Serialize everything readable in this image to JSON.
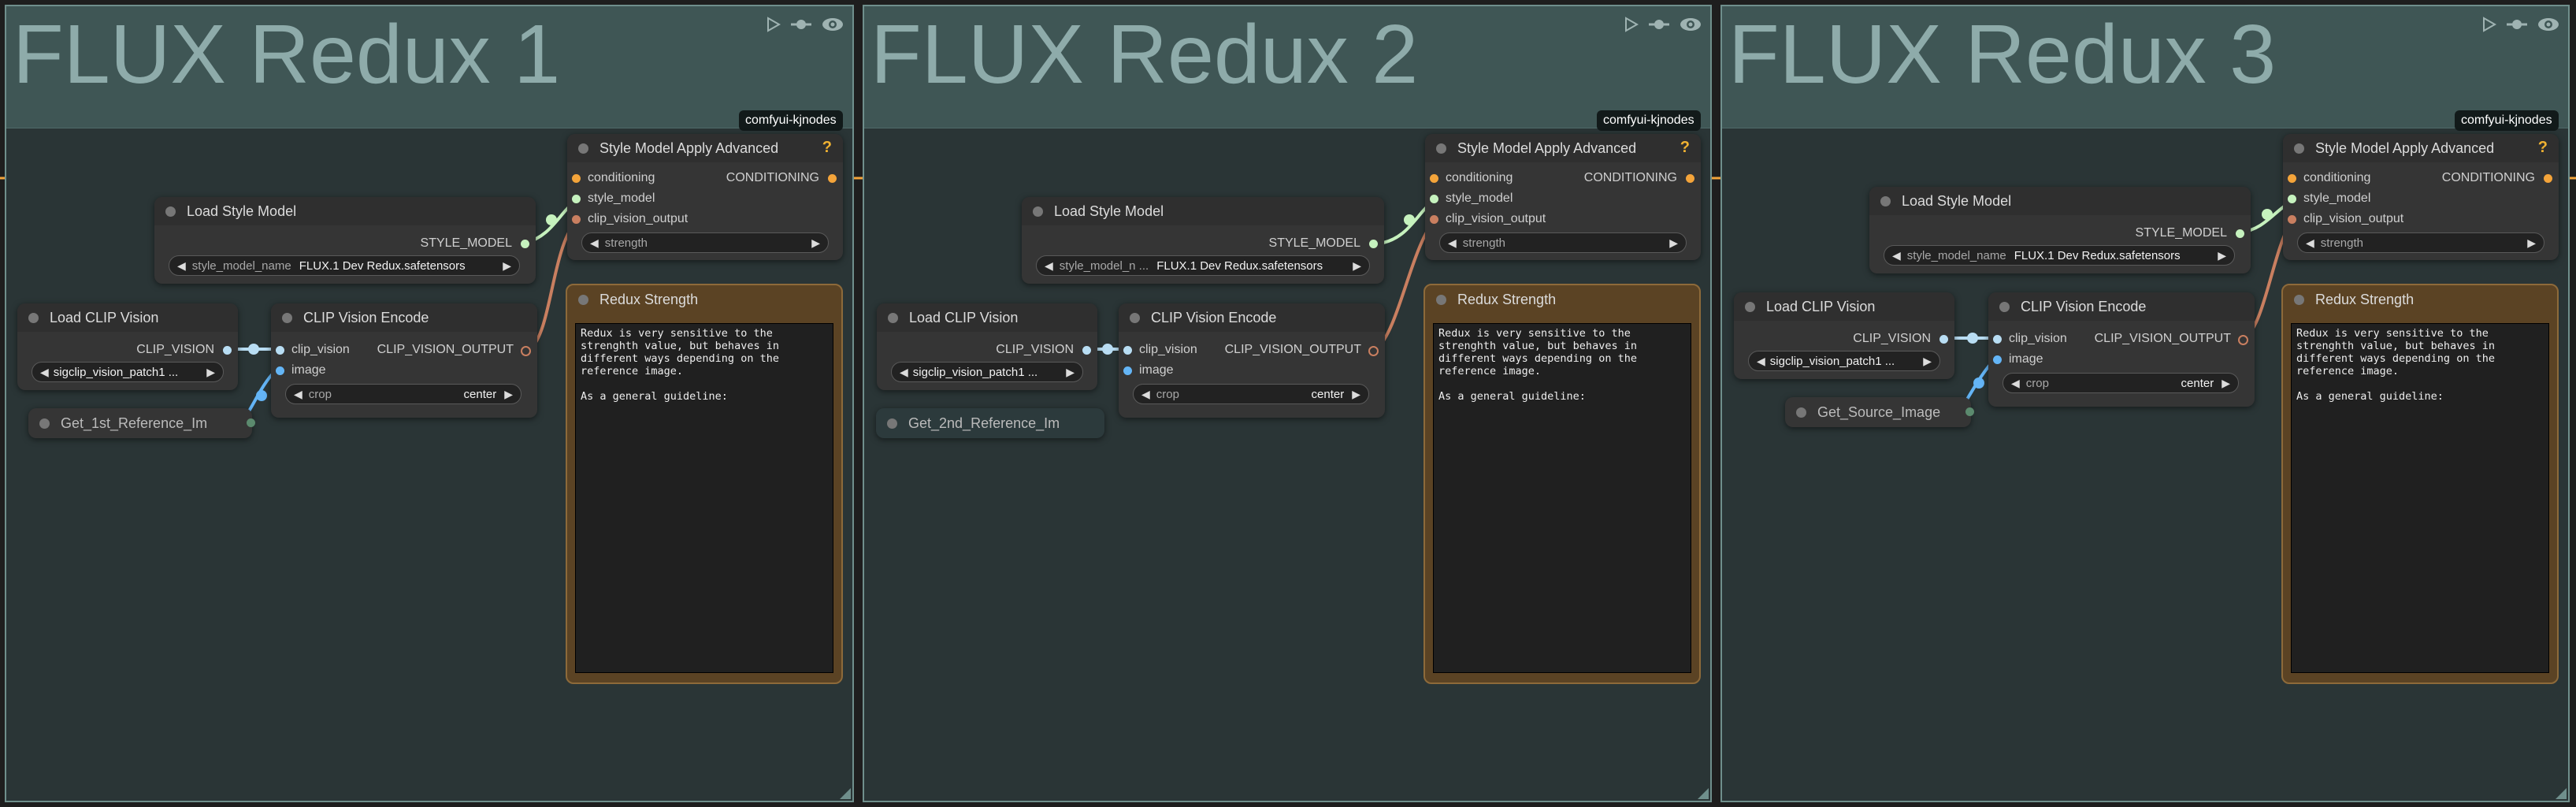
{
  "groups": [
    {
      "title": "FLUX Redux 1",
      "badge": "comfyui-kjnodes",
      "style_apply": {
        "title": "Style Model Apply Advanced",
        "help": "?",
        "inputs": [
          "conditioning",
          "style_model",
          "clip_vision_output"
        ],
        "output": "CONDITIONING",
        "strength_label": "strength"
      },
      "load_style": {
        "title": "Load Style Model",
        "output": "STYLE_MODEL",
        "widget_label": "style_model_name",
        "widget_value": "FLUX.1 Dev Redux.safetensors"
      },
      "load_clip": {
        "title": "Load CLIP Vision",
        "output": "CLIP_VISION",
        "widget_value": "sigclip_vision_patch1 ..."
      },
      "clip_encode": {
        "title": "CLIP Vision Encode",
        "inputs": [
          "clip_vision",
          "image"
        ],
        "output": "CLIP_VISION_OUTPUT",
        "crop_label": "crop",
        "crop_value": "center"
      },
      "note": {
        "title": "Redux Strength",
        "text": "Redux is very sensitive to the\nstrenghth value, but behaves in\ndifferent ways depending on the\nreference image.\n\nAs a general guideline:"
      },
      "getter": "Get_1st_Reference_Im"
    },
    {
      "title": "FLUX Redux 2",
      "badge": "comfyui-kjnodes",
      "style_apply": {
        "title": "Style Model Apply Advanced",
        "help": "?",
        "inputs": [
          "conditioning",
          "style_model",
          "clip_vision_output"
        ],
        "output": "CONDITIONING",
        "strength_label": "strength"
      },
      "load_style": {
        "title": "Load Style Model",
        "output": "STYLE_MODEL",
        "widget_label": "style_model_n ...",
        "widget_value": "FLUX.1 Dev Redux.safetensors"
      },
      "load_clip": {
        "title": "Load CLIP Vision",
        "output": "CLIP_VISION",
        "widget_value": "sigclip_vision_patch1 ..."
      },
      "clip_encode": {
        "title": "CLIP Vision Encode",
        "inputs": [
          "clip_vision",
          "image"
        ],
        "output": "CLIP_VISION_OUTPUT",
        "crop_label": "crop",
        "crop_value": "center"
      },
      "note": {
        "title": "Redux Strength",
        "text": "Redux is very sensitive to the\nstrenghth value, but behaves in\ndifferent ways depending on the\nreference image.\n\nAs a general guideline:"
      },
      "getter": "Get_2nd_Reference_Im"
    },
    {
      "title": "FLUX Redux 3",
      "badge": "comfyui-kjnodes",
      "style_apply": {
        "title": "Style Model Apply Advanced",
        "help": "?",
        "inputs": [
          "conditioning",
          "style_model",
          "clip_vision_output"
        ],
        "output": "CONDITIONING",
        "strength_label": "strength"
      },
      "load_style": {
        "title": "Load Style Model",
        "output": "STYLE_MODEL",
        "widget_label": "style_model_name",
        "widget_value": "FLUX.1 Dev Redux.safetensors"
      },
      "load_clip": {
        "title": "Load CLIP Vision",
        "output": "CLIP_VISION",
        "widget_value": "sigclip_vision_patch1 ..."
      },
      "clip_encode": {
        "title": "CLIP Vision Encode",
        "inputs": [
          "clip_vision",
          "image"
        ],
        "output": "CLIP_VISION_OUTPUT",
        "crop_label": "crop",
        "crop_value": "center"
      },
      "note": {
        "title": "Redux Strength",
        "text": "Redux is very sensitive to the\nstrenghth value, but behaves in\ndifferent ways depending on the\nreference image.\n\nAs a general guideline:"
      },
      "getter": "Get_Source_Image"
    }
  ],
  "icons": {
    "play": "play-icon",
    "pin": "pin-icon",
    "eye": "eye-icon"
  },
  "colors": {
    "conditioning_wire": "#f4a43a",
    "style_model_wire": "#c6f2be",
    "clip_vision_wire": "#b8ddf3",
    "clip_vision_output_wire": "#c97f60",
    "image_wire": "#64b5f6",
    "group_bg": "#2a3536",
    "group_title": "#8eabaa",
    "note_bg": "#5b4324"
  }
}
